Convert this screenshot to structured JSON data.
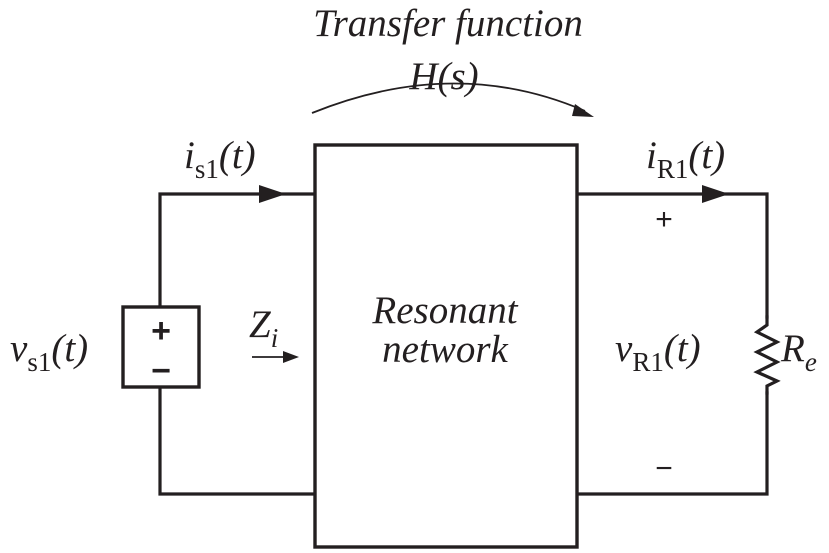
{
  "transfer": {
    "line1": "Transfer function",
    "hfn": "H",
    "hfn_arg": "(s)"
  },
  "network": {
    "line1": "Resonant",
    "line2": "network"
  },
  "source_current": {
    "var": "i",
    "sub": "s1",
    "arg": "(t)"
  },
  "load_current": {
    "var": "i",
    "sub": "R1",
    "arg": "(t)"
  },
  "source_voltage": {
    "var": "v",
    "sub": "s1",
    "arg": "(t)"
  },
  "load_voltage": {
    "var": "v",
    "sub": "R1",
    "arg": "(t)"
  },
  "impedance": {
    "var": "Z",
    "sub": "i"
  },
  "resistor": {
    "var": "R",
    "sub": "e"
  },
  "source_polarity": {
    "plus": "+",
    "minus": "−"
  },
  "load_polarity": {
    "plus": "+",
    "minus": "−"
  },
  "colors": {
    "ink": "#231f20",
    "background": "#ffffff"
  }
}
